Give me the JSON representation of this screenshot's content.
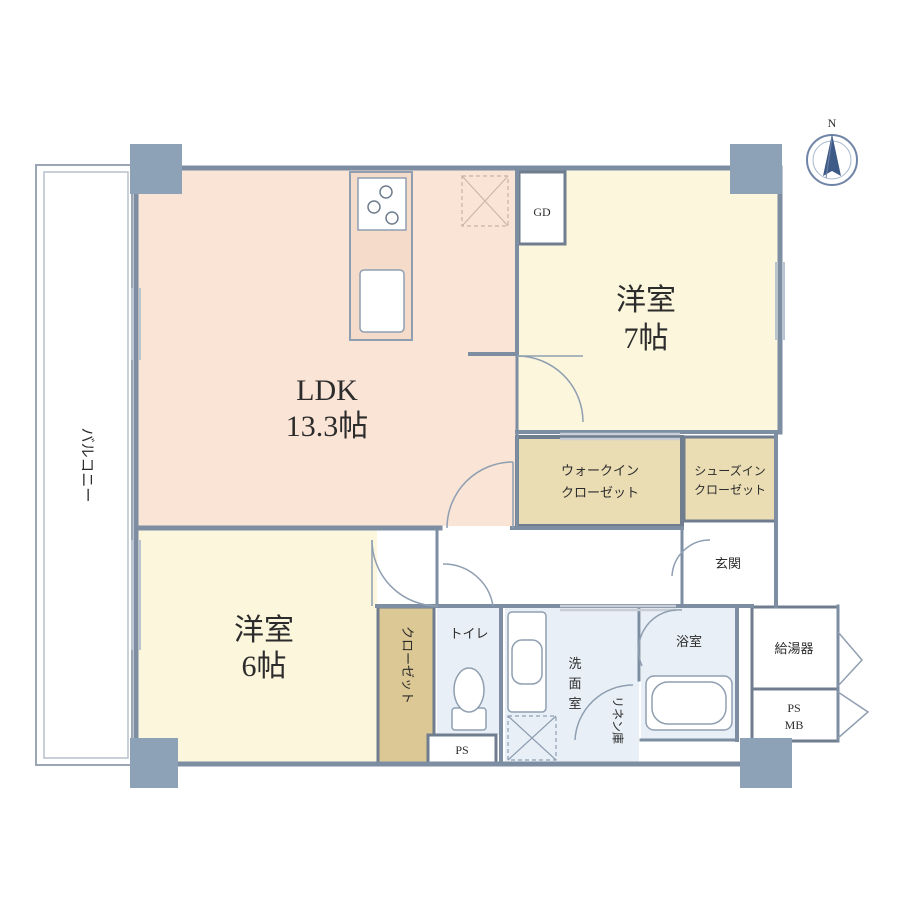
{
  "rooms": {
    "ldk": {
      "name": "LDK",
      "size": "13.3帖"
    },
    "west_room_north": {
      "name": "洋室",
      "size": "7帖"
    },
    "west_room_south": {
      "name": "洋室",
      "size": "6帖"
    }
  },
  "labels": {
    "balcony": "バルコニー",
    "walk_in_closet_line1": "ウォークイン",
    "walk_in_closet_line2": "クローゼット",
    "shoes_in_closet_line1": "シューズイン",
    "shoes_in_closet_line2": "クローゼット",
    "entrance": "玄関",
    "toilet": "トイレ",
    "washroom_line1": "洗",
    "washroom_line2": "面",
    "washroom_line3": "室",
    "bathroom": "浴室",
    "water_heater": "給湯器",
    "ps_mb_line1": "PS",
    "ps_mb_line2": "MB",
    "ps": "PS",
    "gd": "GD",
    "closet": "クローゼット",
    "linen_closet": "リネン庫"
  },
  "compass": {
    "label": "N"
  },
  "colors": {
    "ldk": "#f9e4d6",
    "room": "#fbf6dc",
    "storage": "#eadcb3",
    "storage_dark": "#dcc894",
    "wet": "#e8eff6",
    "wall": "#8f9fb1",
    "pillar": "#8ea2b7",
    "background": "#ffffff"
  }
}
